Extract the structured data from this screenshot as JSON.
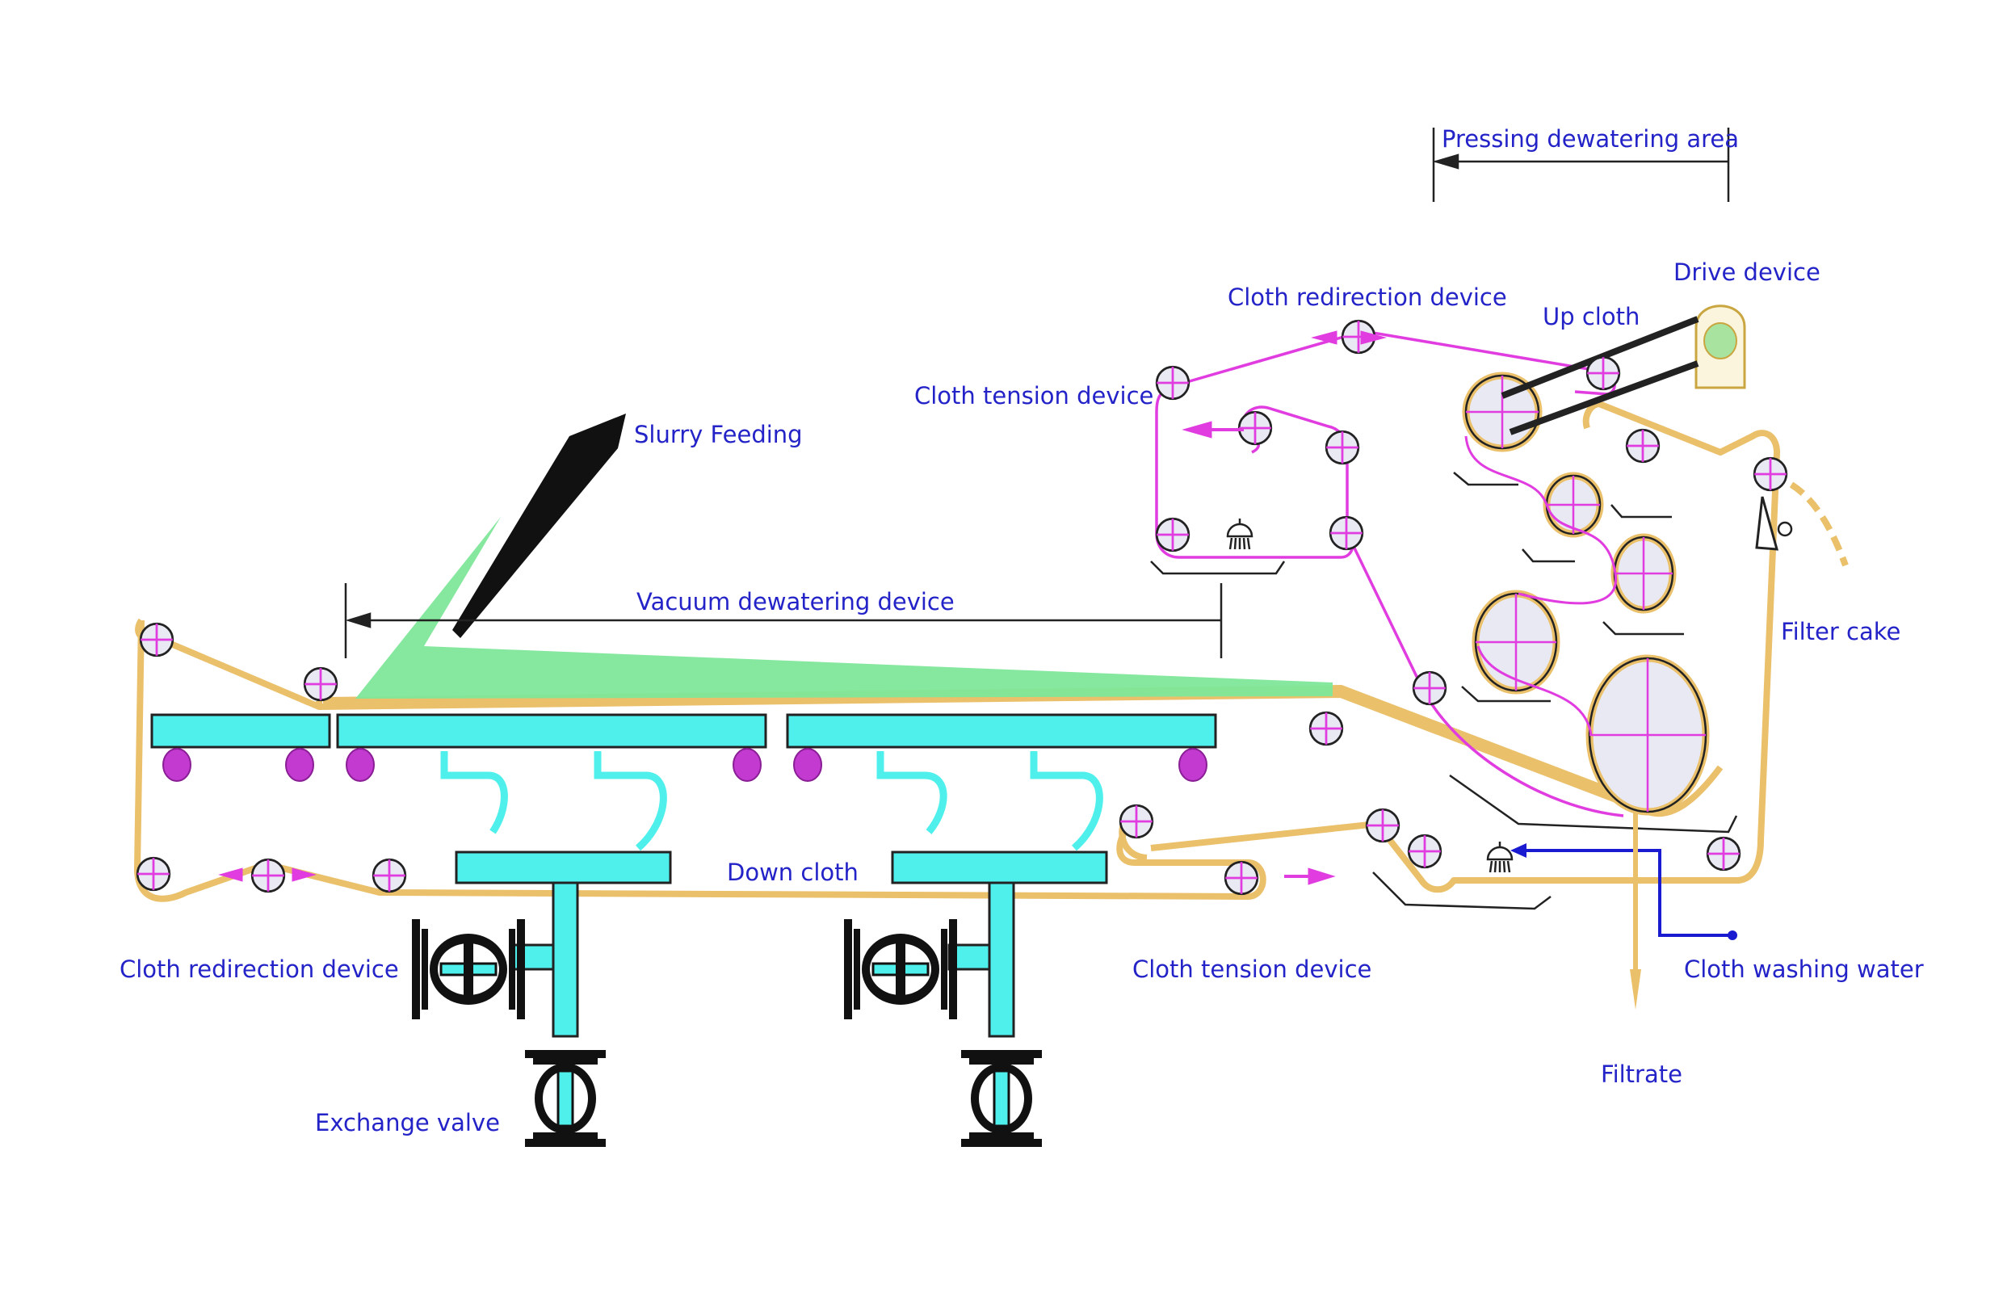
{
  "colors": {
    "label_text": "#2323c8",
    "down_cloth": "#eac06a",
    "up_cloth": "#e03ce0",
    "vacuum_box": "#4ff0ec",
    "slurry": "#7fe79a",
    "roller_fill": "#e9e9f3",
    "roller_support": "#c23ad0",
    "washing_water": "#1a1ad0",
    "valve_body": "#111111"
  },
  "labels": {
    "pressing_area": "Pressing dewatering area",
    "drive_device": "Drive device",
    "cloth_redirection_top": "Cloth redirection device",
    "up_cloth": "Up cloth",
    "cloth_tension_top": "Cloth tension device",
    "slurry_feeding": "Slurry Feeding",
    "vacuum_device": "Vacuum dewatering device",
    "filter_cake": "Filter cake",
    "down_cloth": "Down cloth",
    "cloth_redirection_bottom": "Cloth redirection device",
    "cloth_tension_bottom": "Cloth tension device",
    "cloth_washing_water": "Cloth washing water",
    "filtrate": "Filtrate",
    "exchange_valve": "Exchange valve"
  }
}
